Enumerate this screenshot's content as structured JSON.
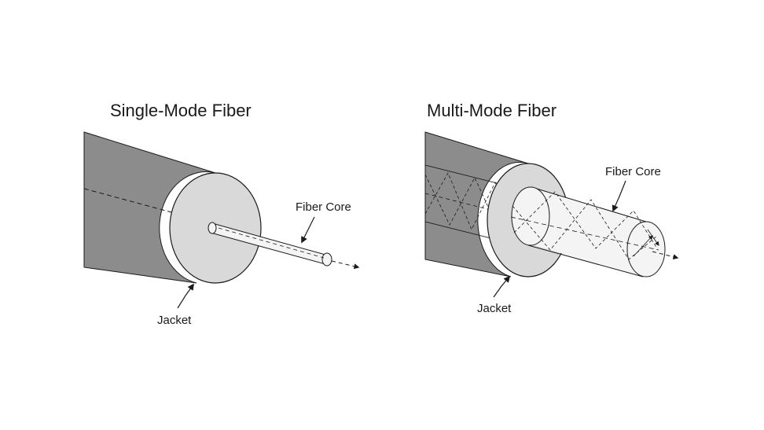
{
  "single_mode": {
    "title": "Single-Mode Fiber",
    "core_label": "Fiber Core",
    "jacket_label": "Jacket"
  },
  "multi_mode": {
    "title": "Multi-Mode Fiber",
    "core_label": "Fiber Core",
    "jacket_label": "Jacket"
  },
  "colors": {
    "jacket_side": "#8c8c8c",
    "jacket_face": "#d9d9d9",
    "core_fill": "#f4f4f4",
    "line": "#1a1a1a"
  }
}
